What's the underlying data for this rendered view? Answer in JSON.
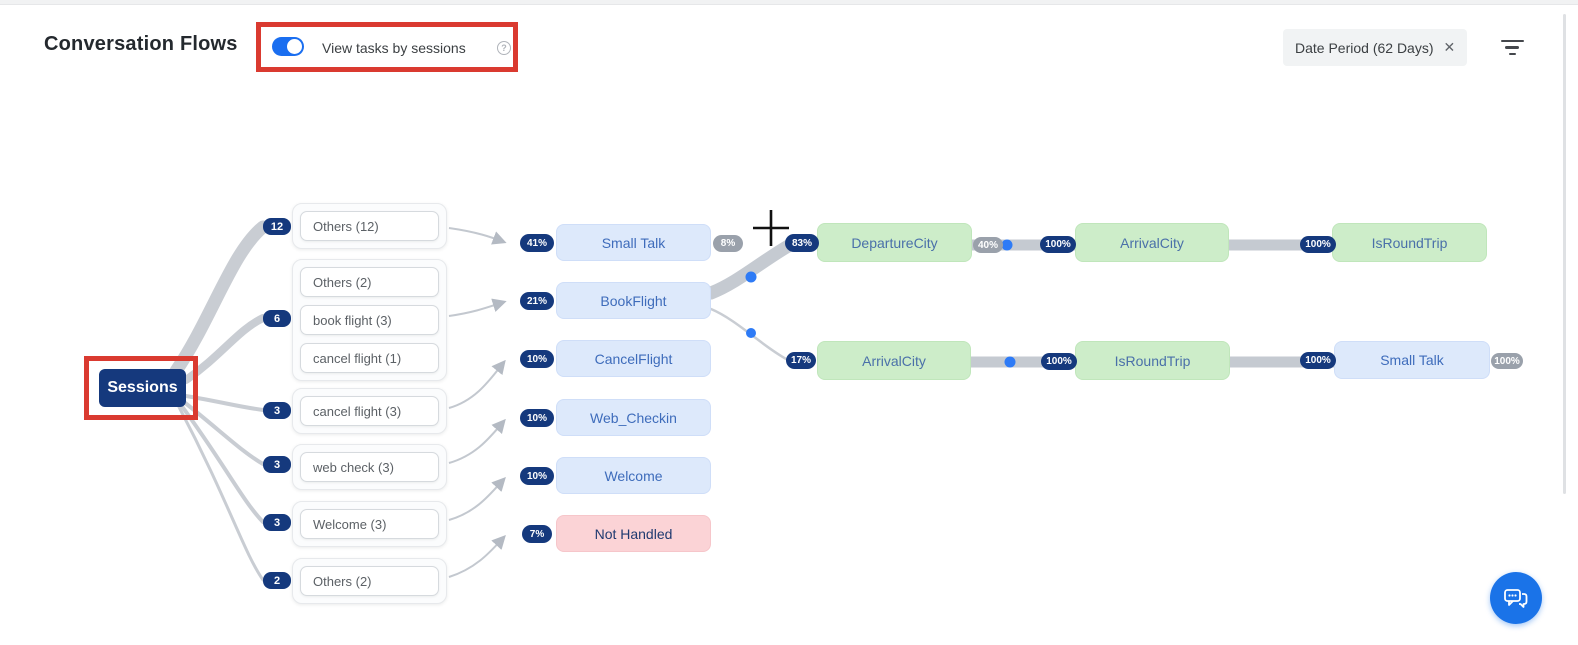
{
  "header": {
    "title": "Conversation Flows",
    "toggle_label": "View tasks by sessions",
    "help_icon": "?",
    "date_filter": "Date Period (62 Days)",
    "close_icon": "✕"
  },
  "colors": {
    "navy": "#15397d",
    "accent_blue": "#1a73e8",
    "task_blue_bg": "#dde9fb",
    "slot_green_bg": "#cdedc9",
    "not_handled_pink_bg": "#fbd3d6",
    "gray_badge": "#9aa1ab",
    "edge_gray": "#c9cdd3",
    "annotation_red": "#da3a30",
    "dot_blue": "#2e7bf6"
  },
  "flow": {
    "root": {
      "label": "Sessions"
    },
    "groups": [
      {
        "count": "12",
        "items": [
          "Others (12)"
        ]
      },
      {
        "count": "6",
        "items": [
          "Others (2)",
          "book flight (3)",
          "cancel flight (1)"
        ]
      },
      {
        "count": "3",
        "items": [
          "cancel flight (3)"
        ]
      },
      {
        "count": "3",
        "items": [
          "web check (3)"
        ]
      },
      {
        "count": "3",
        "items": [
          "Welcome (3)"
        ]
      },
      {
        "count": "2",
        "items": [
          "Others (2)"
        ]
      }
    ],
    "tasks": [
      {
        "pct": "41%",
        "label": "Small Talk",
        "right_pct": "8%"
      },
      {
        "pct": "21%",
        "label": "BookFlight"
      },
      {
        "pct": "10%",
        "label": "CancelFlight"
      },
      {
        "pct": "10%",
        "label": "Web_Checkin"
      },
      {
        "pct": "10%",
        "label": "Welcome"
      },
      {
        "pct": "7%",
        "label": "Not Handled"
      }
    ],
    "row1": [
      {
        "pct": "83%",
        "label": "DepartureCity",
        "after_pct": "40%"
      },
      {
        "pct": "100%",
        "label": "ArrivalCity"
      },
      {
        "pct": "100%",
        "label": "IsRoundTrip"
      }
    ],
    "row2": [
      {
        "pct": "17%",
        "label": "ArrivalCity"
      },
      {
        "pct": "100%",
        "label": "IsRoundTrip"
      },
      {
        "pct": "100%",
        "label": "Small Talk",
        "right_pct": "100%"
      }
    ]
  }
}
